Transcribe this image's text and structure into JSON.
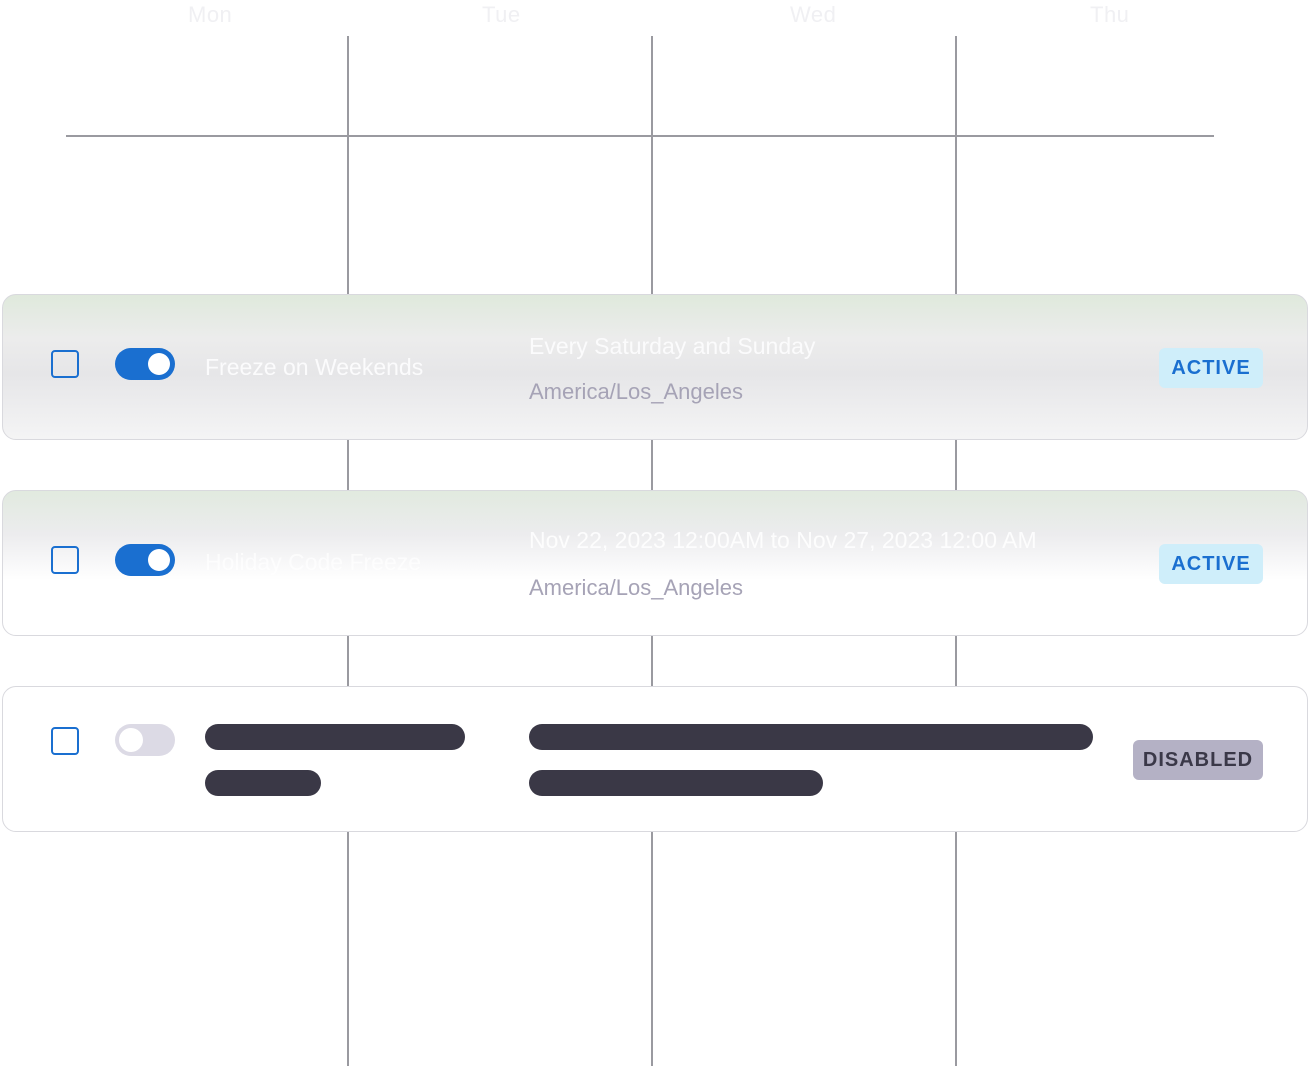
{
  "calendar": {
    "days": [
      "Mon",
      "Tue",
      "Wed",
      "Thu"
    ]
  },
  "rules": [
    {
      "name": "Freeze on Weekends",
      "schedule": "Every Saturday and Sunday",
      "timezone": "America/Los_Angeles",
      "enabled": true,
      "status": "ACTIVE"
    },
    {
      "name": "Holiday Code Freeze",
      "schedule": "Nov 22, 2023 12:00AM to Nov 27, 2023 12:00 AM",
      "timezone": "America/Los_Angeles",
      "enabled": true,
      "status": "ACTIVE"
    },
    {
      "name": "",
      "schedule": "",
      "timezone": "",
      "enabled": false,
      "status": "DISABLED",
      "placeholder": true
    }
  ],
  "colors": {
    "accent": "#1a6fd0",
    "active_badge_bg": "#cfeefa",
    "disabled_badge_bg": "#b4b1c5",
    "skeleton": "#3a3846",
    "timezone_text": "#a6a3b6"
  }
}
